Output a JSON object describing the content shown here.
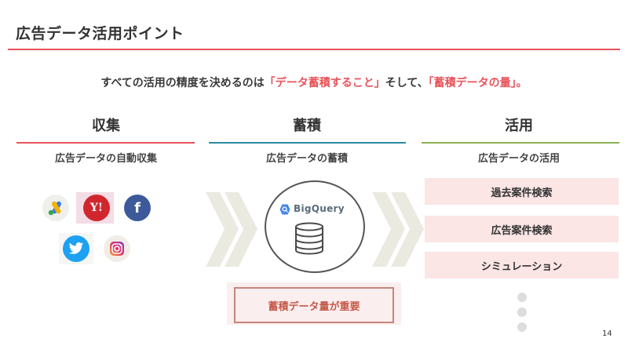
{
  "slide": {
    "title": "広告データ活用ポイント",
    "page_number": "14"
  },
  "lead": {
    "prefix": "すべての活用の精度を決めるのは",
    "highlight1": "「データ蓄積すること」",
    "middle": "そして、",
    "highlight2": "「蓄積データの量」",
    "suffix": "。"
  },
  "columns": [
    {
      "heading": "収集",
      "subheading": "広告データの自動収集"
    },
    {
      "heading": "蓄積",
      "subheading": "広告データの蓄積"
    },
    {
      "heading": "活用",
      "subheading": "広告データの活用"
    }
  ],
  "collect": {
    "logos": [
      "google-ads-icon",
      "yahoo-icon",
      "facebook-icon",
      "twitter-icon",
      "instagram-icon"
    ],
    "yahoo_text": "Y!",
    "facebook_text": "f"
  },
  "store": {
    "bigquery_label": "BigQuery",
    "callout": "蓄積データ量が重要"
  },
  "use": {
    "items": [
      "過去案件検索",
      "広告案件検索",
      "シミュレーション"
    ]
  },
  "colors": {
    "accent_red": "#e9535a",
    "rule_collect": "#e9535a",
    "rule_store": "#2b8aa0",
    "rule_use": "#8bb050",
    "chevron": "#ebeae0"
  }
}
